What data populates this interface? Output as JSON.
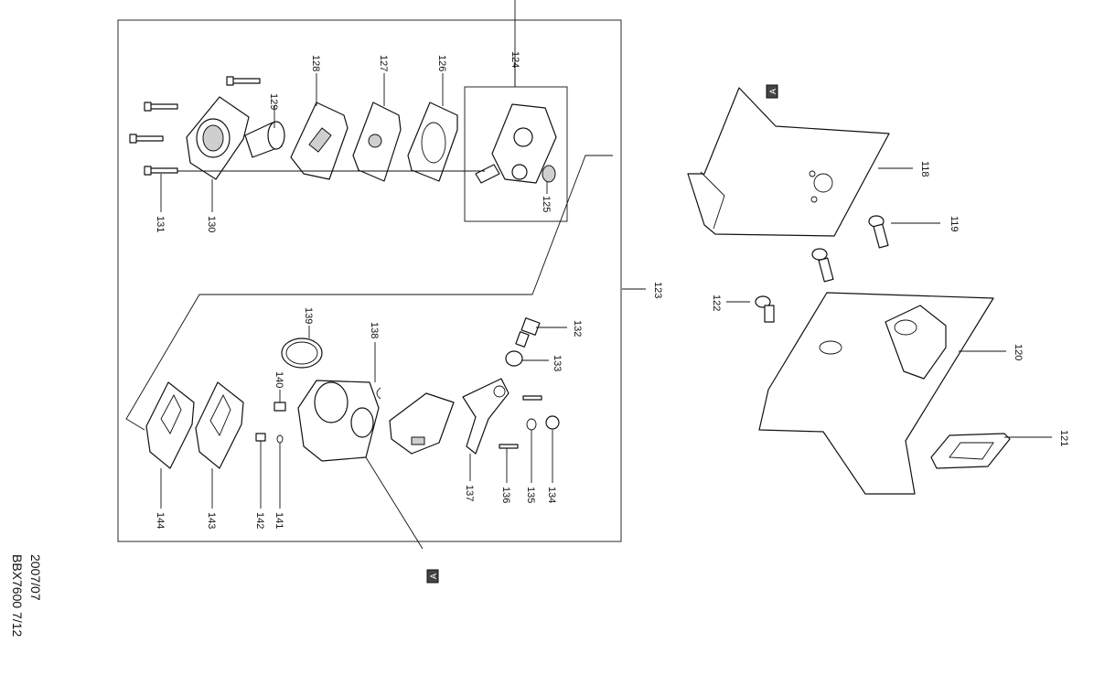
{
  "footer": {
    "date": "2007/07",
    "page": "BBX7600 7/12"
  },
  "parts": {
    "p118": "118",
    "p119": "119",
    "p120": "120",
    "p121": "121",
    "p122": "122",
    "p123": "123",
    "p124": "124",
    "p125": "125",
    "p126": "126",
    "p127": "127",
    "p128": "128",
    "p129": "129",
    "p130": "130",
    "p131": "131",
    "p132": "132",
    "p133": "133",
    "p134": "134",
    "p135": "135",
    "p136": "136",
    "p137": "137",
    "p138": "138",
    "p139": "139",
    "p140": "140",
    "p141": "141",
    "p142": "142",
    "p143": "143",
    "p144": "144"
  },
  "refs": {
    "upper": "A",
    "lower": "A"
  }
}
